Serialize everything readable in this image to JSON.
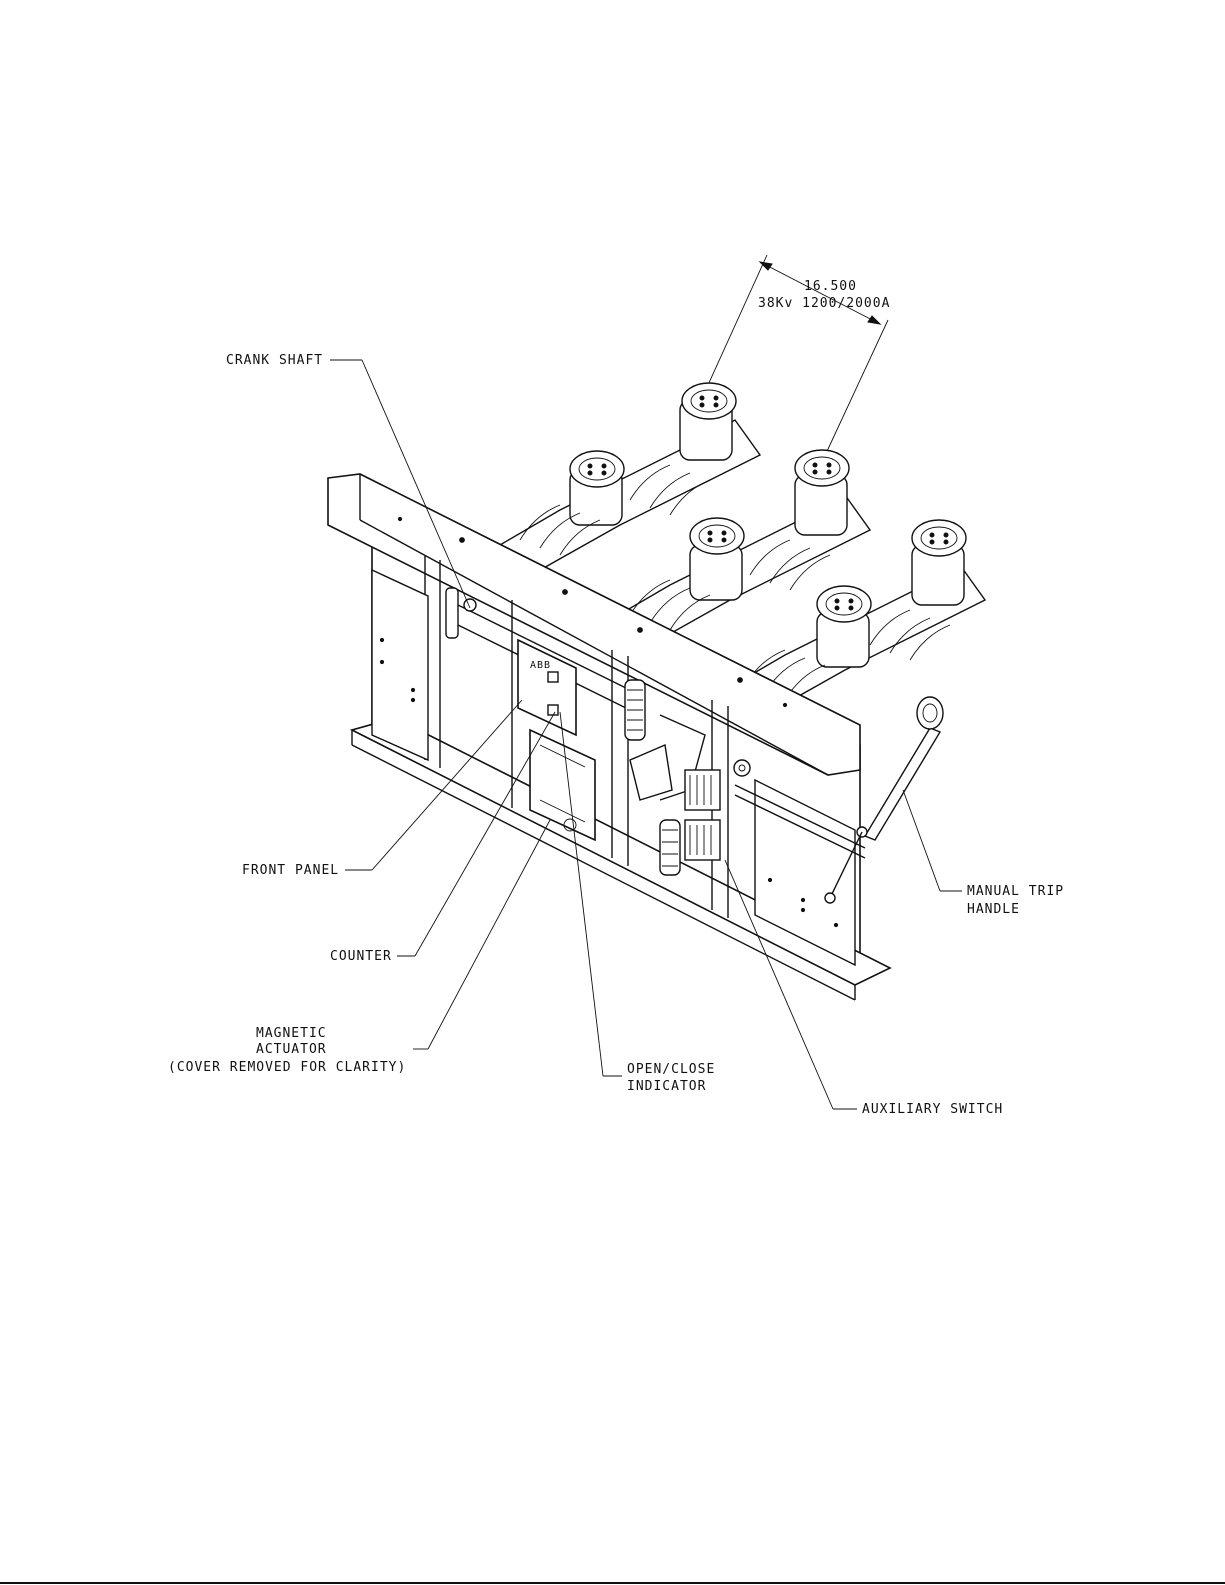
{
  "dimension": {
    "line1": "16.500",
    "line2": "38Kv 1200/2000A"
  },
  "labels": {
    "crank_shaft": "CRANK SHAFT",
    "front_panel": "FRONT PANEL",
    "counter": "COUNTER",
    "magnetic_actuator_1": "MAGNETIC",
    "magnetic_actuator_2": "ACTUATOR",
    "magnetic_actuator_3": "(COVER REMOVED FOR CLARITY)",
    "open_close_1": "OPEN/CLOSE",
    "open_close_2": "INDICATOR",
    "auxiliary_switch": "AUXILIARY SWITCH",
    "manual_trip_1": "MANUAL TRIP",
    "manual_trip_2": "HANDLE"
  },
  "nameplate": {
    "brand": "ABB"
  }
}
